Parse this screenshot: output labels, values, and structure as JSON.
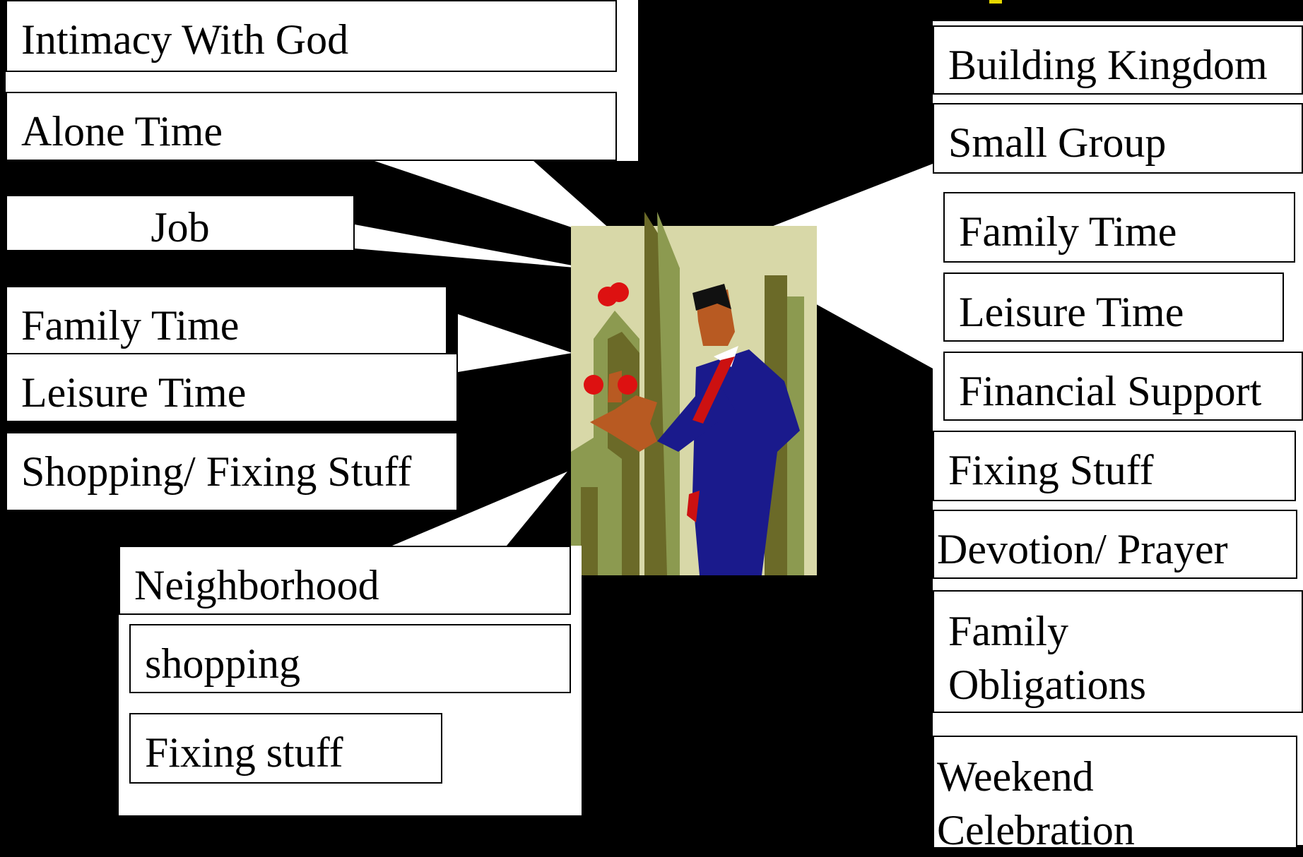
{
  "left": {
    "items": [
      {
        "id": "intimacy-with-god",
        "label": "Intimacy With God"
      },
      {
        "id": "alone-time",
        "label": "Alone Time"
      },
      {
        "id": "job",
        "label": "Job"
      },
      {
        "id": "family-time",
        "label": "Family Time"
      },
      {
        "id": "leisure-time",
        "label": "Leisure Time"
      },
      {
        "id": "shopping-fixing-stuff",
        "label": "Shopping/ Fixing Stuff"
      }
    ]
  },
  "bottom": {
    "items": [
      {
        "id": "neighborhood",
        "label": "Neighborhood"
      },
      {
        "id": "shopping",
        "label": "shopping"
      },
      {
        "id": "fixing-stuff",
        "label": "Fixing stuff"
      }
    ]
  },
  "right": {
    "items": [
      {
        "id": "building-kingdom",
        "label": "Building Kingdom"
      },
      {
        "id": "small-group",
        "label": "Small Group"
      },
      {
        "id": "family-time",
        "label": "Family Time"
      },
      {
        "id": "leisure-time",
        "label": "Leisure Time"
      },
      {
        "id": "financial-support",
        "label": "Financial Support"
      },
      {
        "id": "fixing-stuff",
        "label": "Fixing Stuff"
      },
      {
        "id": "devotion-prayer",
        "label": "Devotion/ Prayer"
      },
      {
        "id": "family-obligations",
        "label": "Family\nObligations"
      },
      {
        "id": "weekend-celebration",
        "label": "Weekend\nCelebration"
      }
    ]
  },
  "illustration": {
    "icon": "juggling-businessman-icon",
    "colors": {
      "building_light": "#d8d8a8",
      "building_mid": "#8c9a50",
      "building_dark": "#6b6a28",
      "suit": "#1a1a8c",
      "skin": "#b85a22",
      "tie": "#cc1111",
      "ball": "#dd1111"
    }
  },
  "colors": {
    "background": "#000000",
    "box": "#ffffff",
    "title_accent": "#e6d800"
  }
}
